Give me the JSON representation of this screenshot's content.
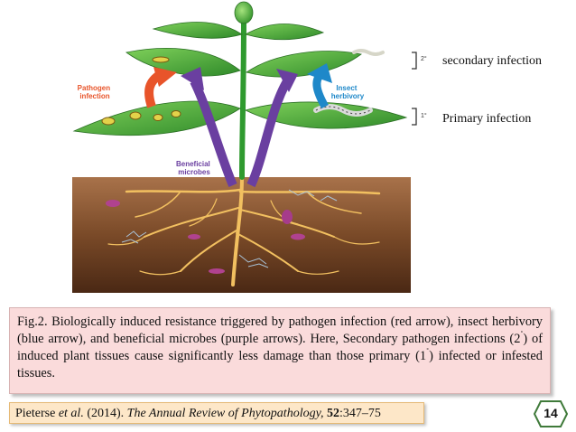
{
  "figure": {
    "labels": {
      "pathogen": [
        "Pathogen",
        "infection"
      ],
      "insect": [
        "Insect",
        "herbivory"
      ],
      "microbes": [
        "Beneficial",
        "microbes"
      ]
    },
    "bracket_notes": {
      "secondary": {
        "mark": "2°",
        "text": "secondary infection"
      },
      "primary": {
        "mark": "1°",
        "text": "Primary infection"
      }
    },
    "colors": {
      "pathogen_arrow": "#e8542a",
      "insect_arrow": "#1e88c9",
      "microbe_arrow": "#6a3fa0",
      "stem": "#2f9a2f",
      "soil_top": "#a8724a",
      "soil_bottom": "#4a2814"
    }
  },
  "caption": {
    "lead": "Fig.2. Biologically induced resistance triggered by pathogen infection (red arrow), insect herbivory (blue arrow), and beneficial microbes (purple arrows). Here, Secondary pathogen infections (2",
    "sup1": "˚",
    "middle": ") of induced plant tissues cause significantly less damage than those primary (1",
    "sup2": "˚",
    "tail": ") infected or infested tissues."
  },
  "citation": {
    "authors": "Pieterse ",
    "etal": "et al.",
    "year": " (2014). ",
    "journal": "The Annual Review of Phytopathology,",
    "volume": " 52",
    "pages": ":347–75"
  },
  "page_number": "14"
}
